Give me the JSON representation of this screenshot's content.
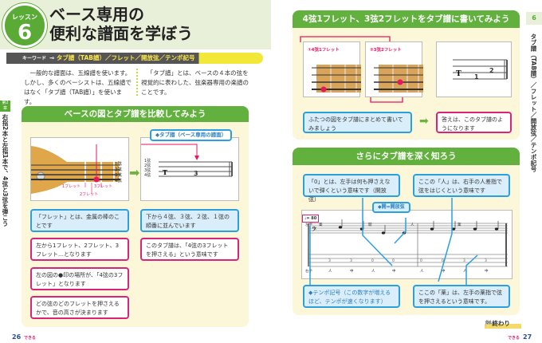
{
  "left_page": {
    "lesson_label": "レッスン",
    "lesson_number": "6",
    "title_line1": "ベース専用の",
    "title_line2": "便利な譜面を学ぼう",
    "keyword_label": "キーワード",
    "keywords": "タブ譜（TAB譜）／フレット／開放弦／テンポ記号",
    "intro_left": "一般的な譜面は、五線譜を使います。しかし、多くのベーシストは、五線譜ではなく「タブ譜（TAB譜）」を使います。",
    "intro_right": "「タブ譜」とは、ベースの４本の弦を視覚的に表わした、弦楽器専用の楽譜のことです。",
    "chapter": "第2章",
    "chapter_title": "右指2本と左指1本で、4弦と3弦を弾こう",
    "section_title": "ベースの図とタブ譜を比較してみよう",
    "tab_label": "◆タブ譜（ベース専用の譜面）",
    "strings": [
      "1弦",
      "2弦",
      "3弦",
      "4弦"
    ],
    "frets": [
      "1フレット",
      "2フレット",
      "3フレット"
    ],
    "tab_number": "3",
    "callouts_left": [
      "「フレット」とは、金属の棒のことです",
      "左から1フレット、2フレット、3フレット…となります",
      "左の図の●印の場所が、「4弦の3フレット」となります",
      "どの弦のどのフレットを押さえるかで、音の高さが決まります"
    ],
    "callouts_right": [
      "下から４弦、３弦、２弦、１弦の順番に並んでいます",
      "このタブ譜は、「4弦の3フレットを押さえる」という意味です"
    ],
    "page_number": "26",
    "brand": "できる"
  },
  "right_page": {
    "section1_title": "4弦1フレット、3弦2フレットをタブ譜に書いてみよう",
    "diagram1_label": "①4弦1フレット",
    "diagram2_label": "②3弦2フレット",
    "tab_numbers": [
      "1",
      "2"
    ],
    "callout_blue": "ふたつの図をタブ譜にまとめて書いてみましょう",
    "callout_pink": "答えは、このタブ譜のようになります",
    "section2_title": "さらにタブ譜を深く知ろう",
    "callout_open": "「0」とは、左手は何も押さえないで弾くという意味です（開放弦）",
    "callout_index": "ここの「人」は、右手の人差指で弦をはじくという意味です",
    "open_label": "◆開=開放弦",
    "tempo": "♩= 80",
    "left_hand_label": "左手",
    "right_hand_label": "右手",
    "left_hand_marks": [
      "薬",
      "開",
      "人",
      "薬"
    ],
    "right_hand_marks": [
      "人",
      "中",
      "人",
      "中",
      "人",
      "中",
      "人",
      "中"
    ],
    "tab_values": [
      "3",
      "3",
      "0",
      "0",
      "0",
      "0",
      "3",
      "3"
    ],
    "callout_tempo": "◆テンポ記号（この数字が増えるほど、テンポが速くなります）",
    "callout_ring": "ここの「薬」は、左手の薬指で弦を押さえるという意味です。",
    "end_label": "終わり",
    "side_number": "6",
    "side_keywords": "タブ譜（TAB譜）／フレット／開放弦／テンポ記号",
    "page_number": "27",
    "brand": "できる"
  }
}
